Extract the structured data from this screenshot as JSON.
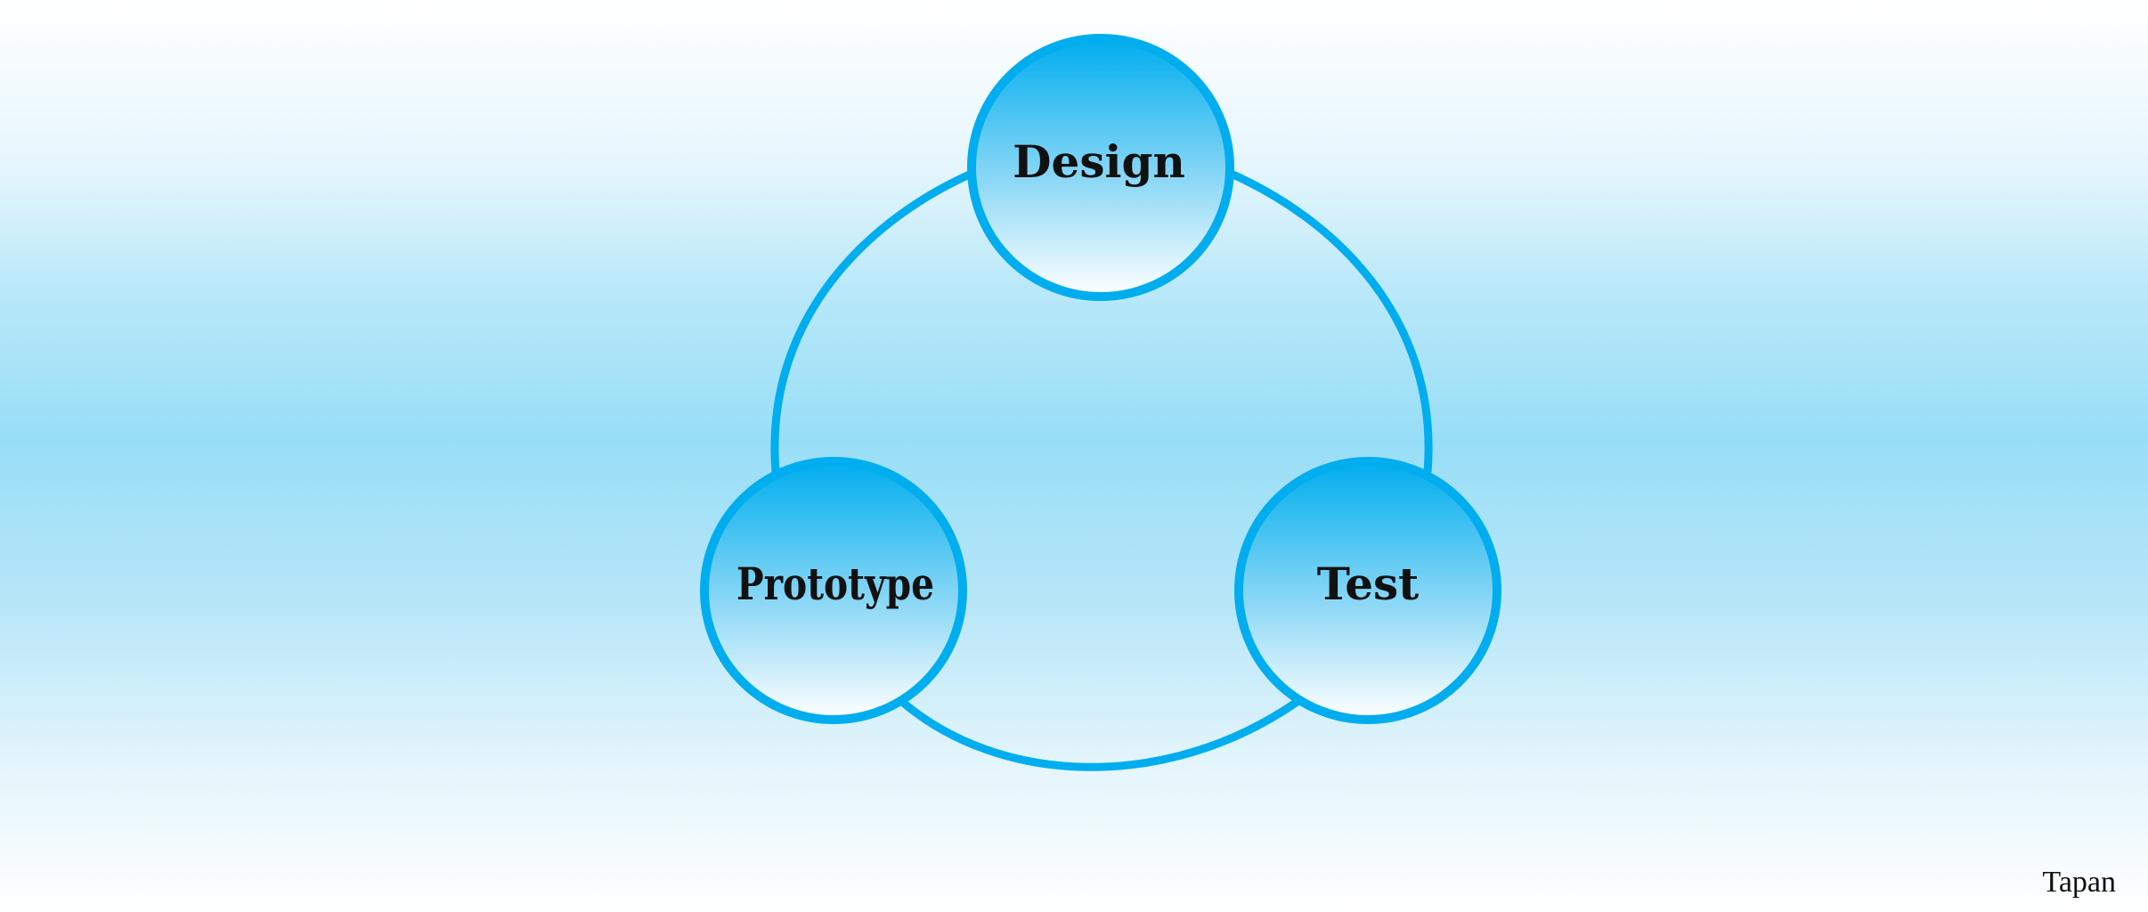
{
  "diagram": {
    "type": "cycle",
    "nodes": [
      {
        "id": "design",
        "label": "Design"
      },
      {
        "id": "test",
        "label": "Test"
      },
      {
        "id": "prototype",
        "label": "Prototype"
      }
    ],
    "colors": {
      "accent": "#00adee",
      "node_top": "#00adee",
      "node_bottom": "#ffffff",
      "label_text": "#111111"
    }
  },
  "footer": {
    "author": "Tapan"
  }
}
